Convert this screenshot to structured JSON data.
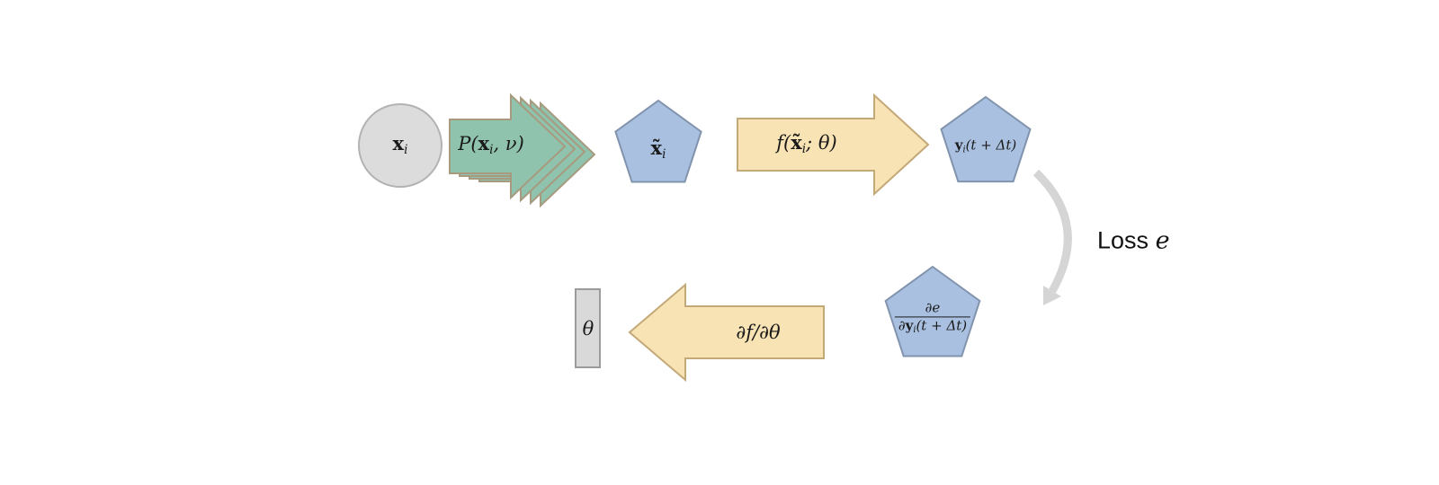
{
  "colors": {
    "circle_fill": "#dcdcdc",
    "circle_stroke": "#b2b2b2",
    "pentagon_fill": "#a9c0e0",
    "pentagon_stroke": "#8193ad",
    "green_fill": "#8fc3ae",
    "green_stroke": "#a79a7e",
    "yellow_fill": "#f7e3b4",
    "yellow_stroke": "#c3a878",
    "gray_arrow": "#d5d5d5",
    "rect_fill": "#d9d9d9",
    "rect_stroke": "#9b9b9b"
  },
  "nodes": {
    "input": {
      "base": "x",
      "sub": "i"
    },
    "perturbation": {
      "pre": "P(",
      "base": "x",
      "sub": "i",
      "post": ", ν)"
    },
    "perturbed": {
      "base": "x̃",
      "sub": "i"
    },
    "model": {
      "pre": "f(",
      "base": "x̃",
      "sub": "i",
      "post": "; θ)"
    },
    "prediction": {
      "base": "y",
      "sub": "i",
      "post": "(t + Δt)"
    },
    "loss": {
      "word": "Loss",
      "symbol": "e"
    },
    "gradient": {
      "num": "∂e",
      "den_pre": "∂",
      "den_base": "y",
      "den_sub": "i",
      "den_post": "(t + Δt)"
    },
    "backprop": {
      "text": "∂f/∂θ"
    },
    "parameters": {
      "text": "θ"
    }
  }
}
